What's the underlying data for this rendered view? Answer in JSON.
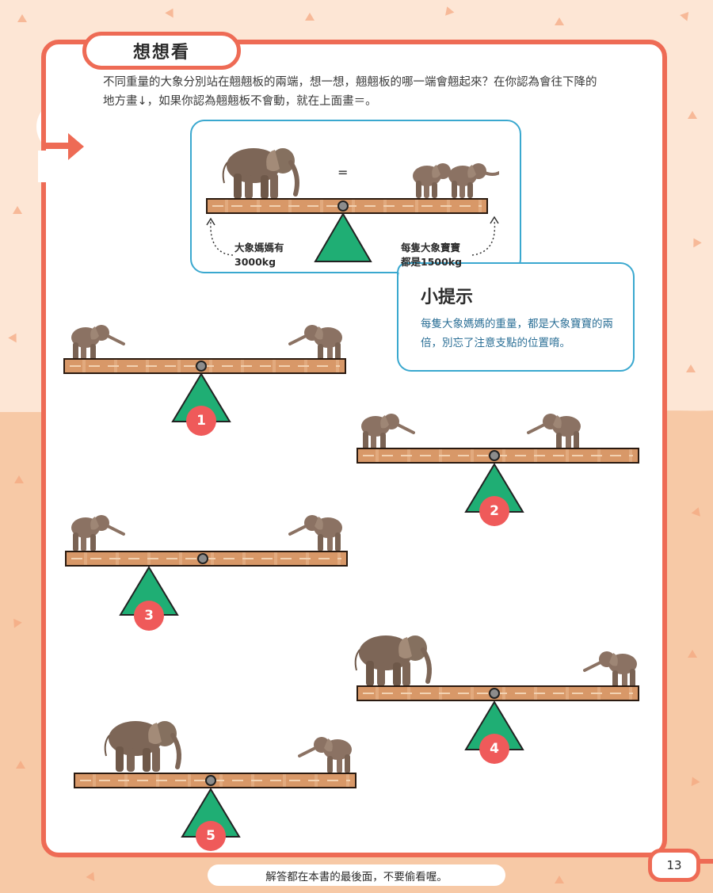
{
  "header": {
    "title": "想想看"
  },
  "instructions": "不同重量的大象分別站在翹翹板的兩端，想一想，翹翹板的哪一端會翹起來？在你認為會往下降的地方畫↓，如果你認為翹翹板不會動，就在上面畫＝。",
  "example": {
    "equals_sign": "=",
    "mother_label_line1": "大象媽媽有",
    "mother_label_line2": "3000kg",
    "baby_label_line1": "每隻大象寶寶",
    "baby_label_line2": "都是1500kg"
  },
  "tip": {
    "title": "小提示",
    "text": "每隻大象媽媽的重量，都是大象寶寶的兩倍，別忘了注意支點的位置唷。"
  },
  "exercises": [
    {
      "number": "1"
    },
    {
      "number": "2"
    },
    {
      "number": "3"
    },
    {
      "number": "4"
    },
    {
      "number": "5"
    }
  ],
  "footer": {
    "answer_note": "解答都在本書的最後面，不要偷看喔。",
    "page_number": "13"
  },
  "colors": {
    "frame": "#ee6b55",
    "tip_border": "#3aa8cf",
    "fulcrum": "#1fae74",
    "badge": "#ef5a5a",
    "plank": "#d89868"
  }
}
